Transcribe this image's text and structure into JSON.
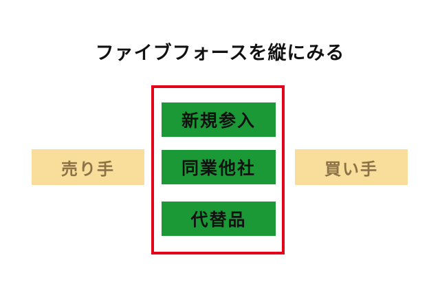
{
  "title": "ファイブフォースを縦にみる",
  "seller": "売り手",
  "buyer": "買い手",
  "center_forces": [
    "新規参入",
    "同業他社",
    "代替品"
  ],
  "colors": {
    "frame": "#e3001b",
    "force_fill": "#1b9937",
    "side_fill": "#f9dd9a",
    "side_text": "#8c7346"
  }
}
